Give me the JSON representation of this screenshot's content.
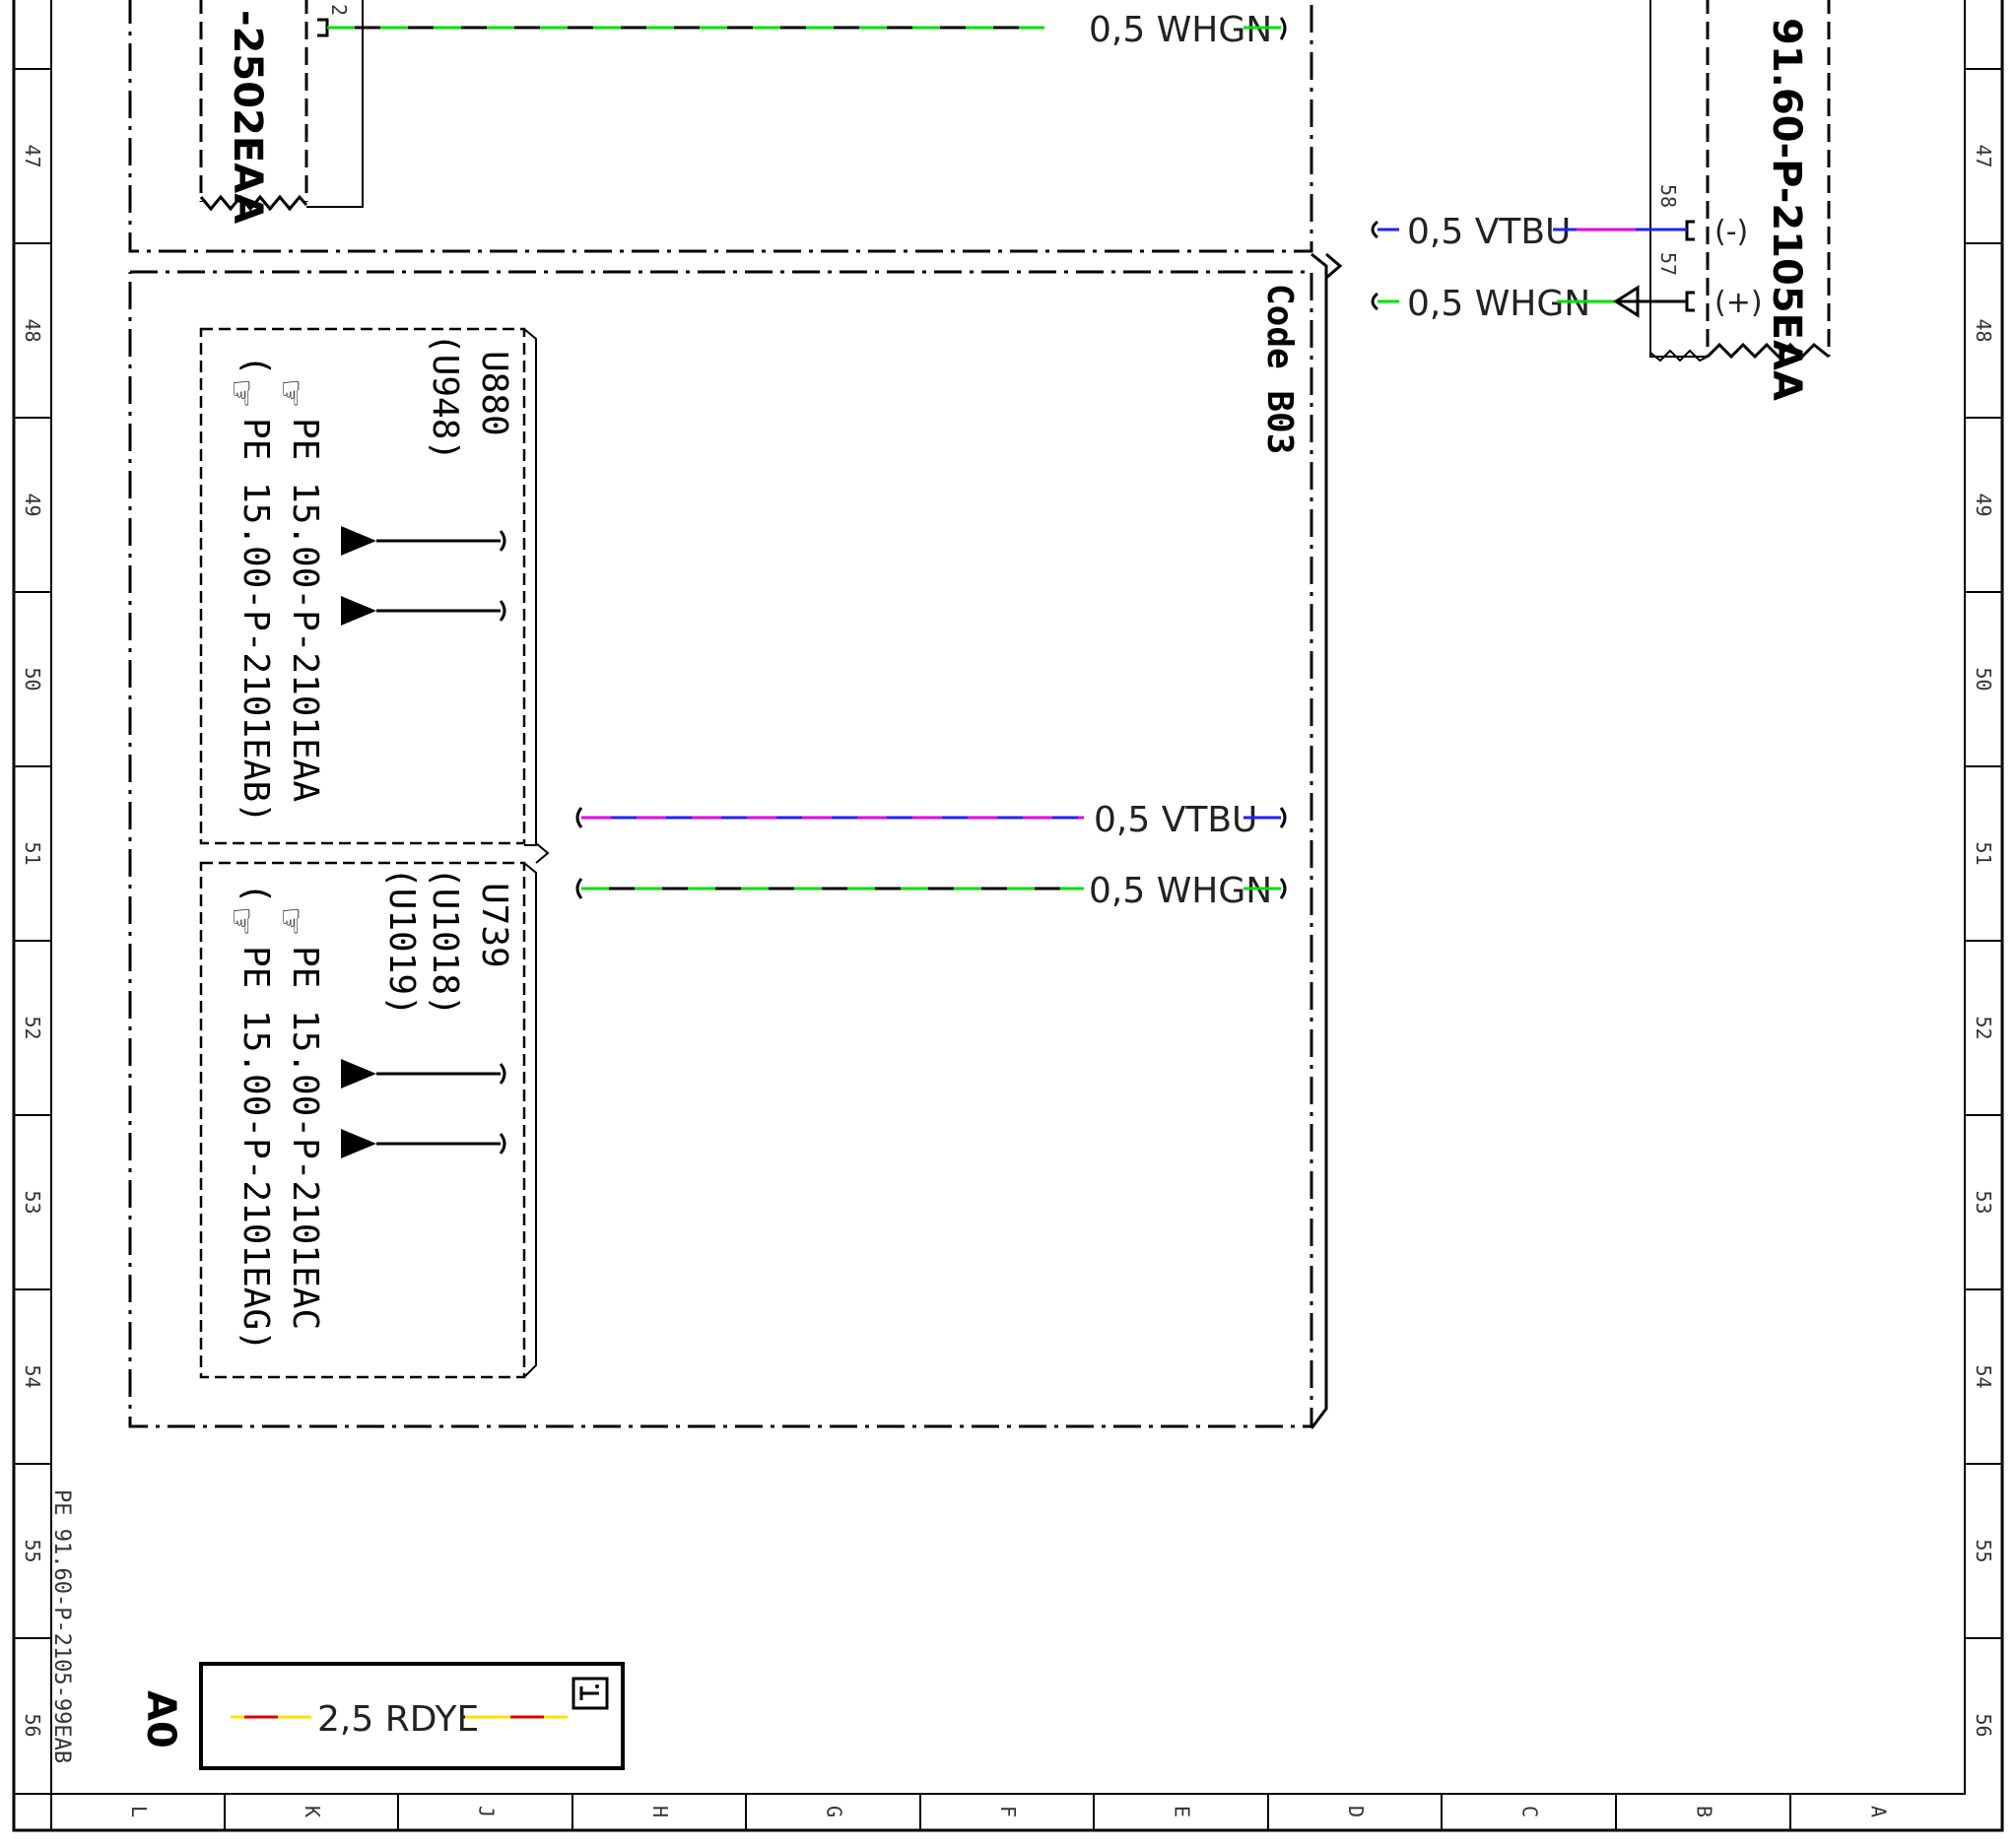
{
  "row_labels": [
    "47",
    "48",
    "49",
    "50",
    "51",
    "52",
    "53",
    "54",
    "55",
    "56"
  ],
  "col_labels": [
    "L",
    "K",
    "J",
    "H",
    "G",
    "F",
    "E",
    "D",
    "C",
    "B",
    "A"
  ],
  "top_left_component": {
    "label": "-2502EAA",
    "pin": "2"
  },
  "top_wire": {
    "label": "0,5  WHGN",
    "colors": [
      "#00e000",
      "#000000"
    ]
  },
  "right_component": {
    "label": "91.60-P-2105EAA",
    "pin58": "58",
    "pin57": "57",
    "pin58_sign": "(-)",
    "pin57_sign": "(+)"
  },
  "right_wires": {
    "vtbu": {
      "label": "0,5  VTBU",
      "colors": [
        "#2020ff",
        "#e000e0"
      ]
    },
    "whgn": {
      "label": "0,5  WHGN",
      "colors": [
        "#00e000",
        "#000000"
      ]
    }
  },
  "code_box": {
    "label": "Code B03"
  },
  "variant_a": {
    "codes": [
      "U880",
      "(U948)"
    ],
    "ref1": "PE  15.00-P-2101EAA",
    "ref2": "PE  15.00-P-2101EAB)",
    "ref2_prefix": "("
  },
  "variant_b": {
    "codes": [
      "U739",
      "(U1018)",
      "(U1019)"
    ],
    "ref1": "PE  15.00-P-2101EAC",
    "ref2": "PE  15.00-P-2101EAG)",
    "ref2_prefix": "("
  },
  "middle_wires": {
    "vtbu": {
      "label": "0,5  VTBU",
      "colors": [
        "#2020ff",
        "#e000e0"
      ]
    },
    "whgn": {
      "label": "0,5  WHGN",
      "colors": [
        "#00e000",
        "#000000"
      ]
    }
  },
  "legend_box": {
    "zone": "A0",
    "wire_label": "2,5  RDYE",
    "colors": [
      "#ffe000",
      "#e00000"
    ],
    "icon": "info-icon"
  },
  "doc_id": "PE 91.60-P-2105-99EAB"
}
